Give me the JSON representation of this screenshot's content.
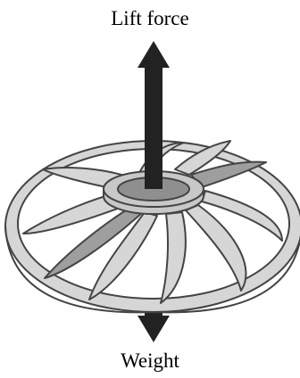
{
  "labels": {
    "top": "Lift force",
    "bottom": "Weight"
  },
  "colors": {
    "ring_fill": "#d6d6d6",
    "ring_stroke": "#444444",
    "blade_fill": "#d6d6d6",
    "blade_dark_fill": "#9e9e9e",
    "hub_fill": "#c8c8c8",
    "hub_inner_fill": "#8f8f8f",
    "arrow_fill": "#222222",
    "text": "#000000"
  },
  "blade_count": 10
}
